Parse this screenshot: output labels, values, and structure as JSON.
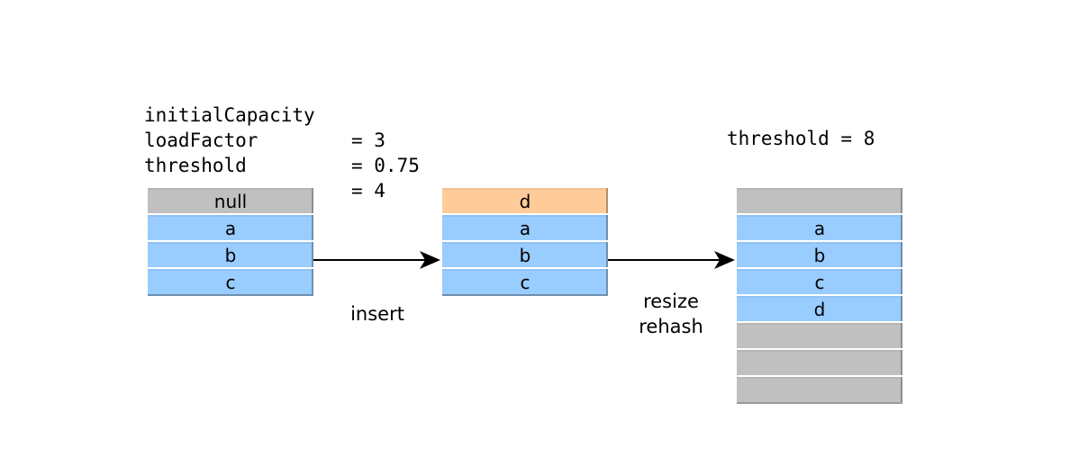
{
  "params": {
    "rows": [
      {
        "name": "initialCapacity",
        "value": "= 3"
      },
      {
        "name": "loadFactor",
        "value": "= 0.75"
      },
      {
        "name": "threshold",
        "value": "= 4"
      }
    ]
  },
  "threshold_after": "threshold = 8",
  "tables": {
    "initial": [
      "null",
      "a",
      "b",
      "c"
    ],
    "inserted": [
      "d",
      "a",
      "b",
      "c"
    ],
    "resized": [
      "",
      "a",
      "b",
      "c",
      "d",
      "",
      "",
      ""
    ]
  },
  "labels": {
    "insert": "insert",
    "resize_line1": "resize",
    "resize_line2": "rehash"
  },
  "colors": {
    "empty_slot": "#c0c0c0",
    "filled_slot": "#99ccff",
    "new_entry": "#ffcc99"
  }
}
